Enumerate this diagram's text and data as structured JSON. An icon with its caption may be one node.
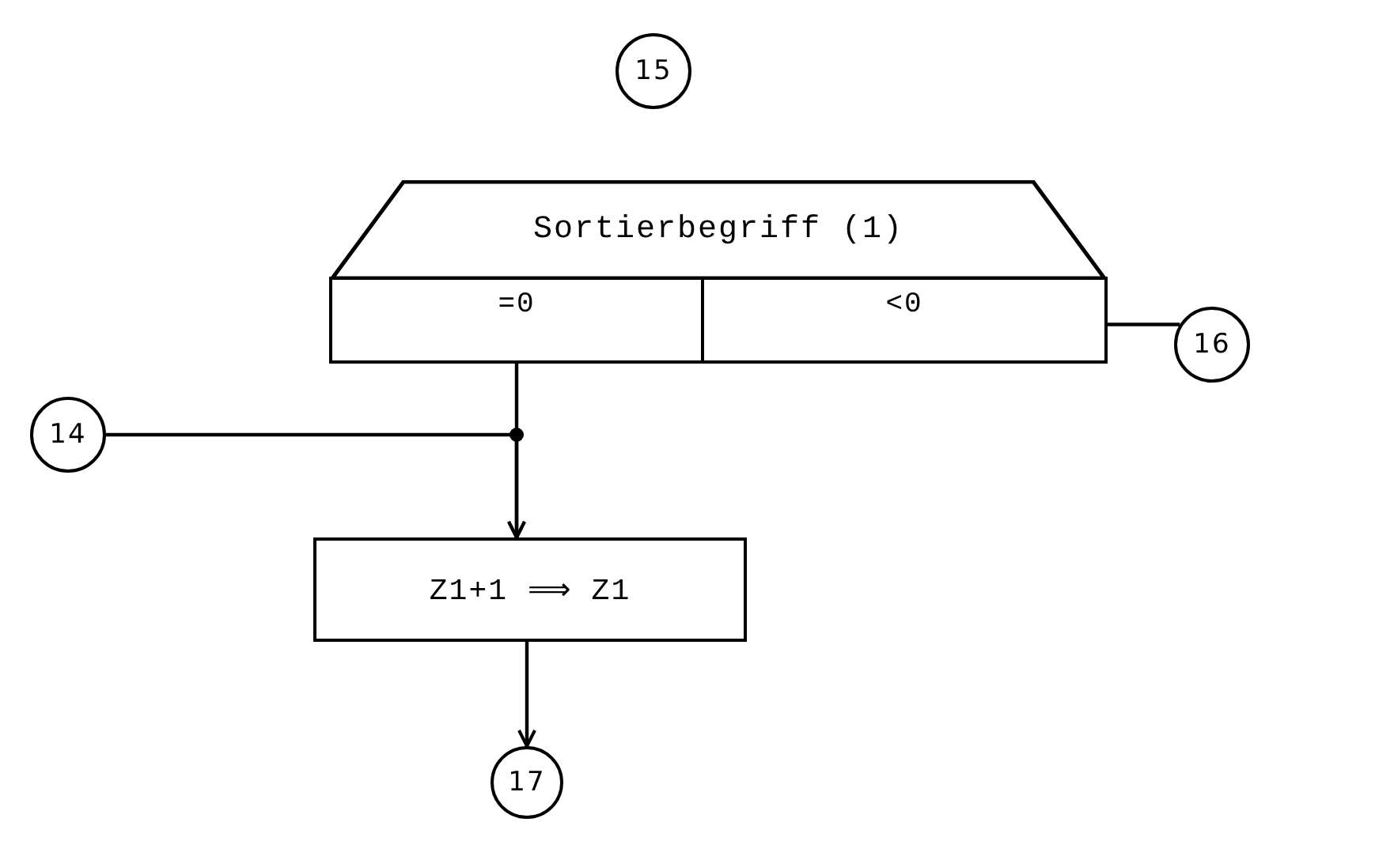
{
  "diagram": {
    "nodes": [
      {
        "text": [
          "15"
        ]
      },
      {
        "text": [
          "Sortierbegriff (1)"
        ]
      },
      {
        "text": [
          "=0"
        ]
      },
      {
        "text": [
          "<0"
        ]
      },
      {
        "text": [
          "16"
        ]
      },
      {
        "text": [
          "14"
        ]
      },
      {
        "text": [
          "Z1+1 ⟹ Z1"
        ]
      },
      {
        "text": [
          "17"
        ]
      }
    ],
    "edges": [
      {
        "from": 2,
        "to": 6,
        "arrow": "to"
      },
      {
        "from": 5,
        "to": 6,
        "arrow": "to"
      },
      {
        "from": 6,
        "to": 7,
        "arrow": "to"
      },
      {
        "from": 3,
        "to": 4,
        "arrow": "none"
      }
    ]
  }
}
